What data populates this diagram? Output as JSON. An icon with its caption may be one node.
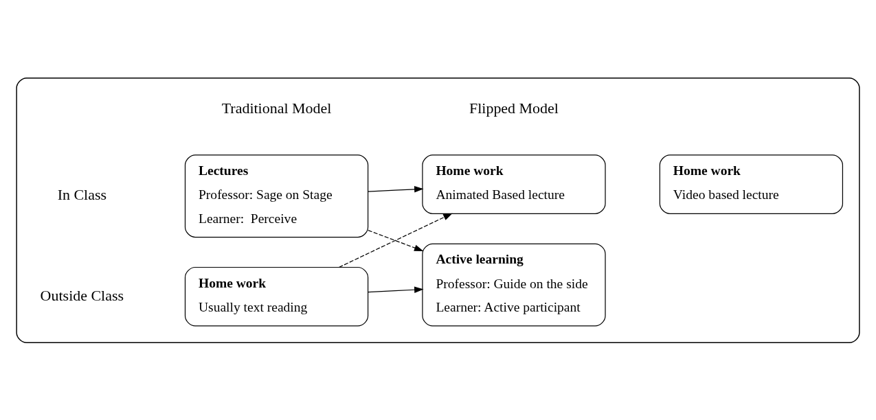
{
  "diagram": {
    "nodes": [
      {
        "text": [],
        "shape": "box"
      },
      {
        "text": [
          "Lectures",
          "Professor: Sage on Stage",
          "Learner:  Perceive"
        ],
        "in": 0
      },
      {
        "text": [
          "Active learning",
          "Professor: Guide on the side",
          "Learner: Active participant"
        ],
        "in": 0
      },
      {
        "text": [
          "Home work",
          "Usually text reading"
        ],
        "in": 0
      },
      {
        "text": [
          "Home work",
          "Animated Based lecture"
        ],
        "in": 0
      },
      {
        "text": [
          "Home work",
          "Video based lecture"
        ],
        "in": 0
      }
    ],
    "edges": [
      {
        "from": 1,
        "to": 2,
        "arrow": "to",
        "style": "dashed"
      },
      {
        "from": 1,
        "to": 4,
        "arrow": "to"
      },
      {
        "from": 3,
        "to": 2,
        "arrow": "to"
      },
      {
        "from": 3,
        "to": 4,
        "arrow": "to",
        "style": "dashed"
      }
    ],
    "labels": [
      "Traditional Model",
      "Flipped Model",
      "In Class",
      "Outside Class"
    ]
  }
}
